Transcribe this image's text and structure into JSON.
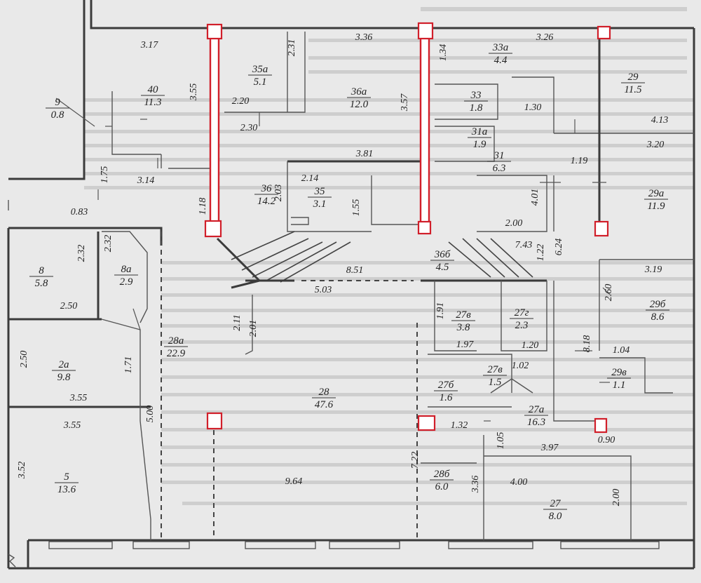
{
  "colors": {
    "background": "#e9e9e9",
    "walls": "#3b3b3b",
    "markers": "#d11f2a",
    "marker_fill": "#ffffff"
  },
  "rooms": [
    {
      "id": "40",
      "area": "11.3"
    },
    {
      "id": "9",
      "area": "0.8"
    },
    {
      "id": "35а",
      "area": "5.1"
    },
    {
      "id": "36а",
      "area": "12.0"
    },
    {
      "id": "33а",
      "area": "4.4"
    },
    {
      "id": "29",
      "area": "11.5"
    },
    {
      "id": "33",
      "area": "1.8"
    },
    {
      "id": "31а",
      "area": "1.9"
    },
    {
      "id": "31",
      "area": "6.3"
    },
    {
      "id": "36",
      "area": "14.2"
    },
    {
      "id": "35",
      "area": "3.1"
    },
    {
      "id": "29а",
      "area": "11.9"
    },
    {
      "id": "8",
      "area": "5.8"
    },
    {
      "id": "8а",
      "area": "2.9"
    },
    {
      "id": "36б",
      "area": "4.5"
    },
    {
      "id": "29б",
      "area": "8.6"
    },
    {
      "id": "27в",
      "area": "3.8"
    },
    {
      "id": "27г",
      "area": "2.3"
    },
    {
      "id": "28а",
      "area": "22.9"
    },
    {
      "id": "2а",
      "area": "9.8"
    },
    {
      "id": "27в",
      "area": "1.5"
    },
    {
      "id": "29в",
      "area": "1.1"
    },
    {
      "id": "28",
      "area": "47.6"
    },
    {
      "id": "27б",
      "area": "1.6"
    },
    {
      "id": "27а",
      "area": "16.3"
    },
    {
      "id": "5",
      "area": "13.6"
    },
    {
      "id": "28б",
      "area": "6.0"
    },
    {
      "id": "27",
      "area": "8.0"
    }
  ],
  "dimensions": [
    "3.17",
    "2.31",
    "3.36",
    "1.34",
    "3.26",
    "3.55",
    "2.20",
    "2.30",
    "3.57",
    "1.30",
    "4.13",
    "3.20",
    "3.81",
    "1.75",
    "3.14",
    "2.14",
    "1.19",
    "1.18",
    "2.03",
    "1.55",
    "4.01",
    "0.83",
    "2.00",
    "2.32",
    "2.32",
    "7.43",
    "1.22",
    "6.24",
    "8.51",
    "5.03",
    "3.19",
    "2.60",
    "2.50",
    "1.91",
    "2.11",
    "2.01",
    "1.97",
    "1.20",
    "8.18",
    "1.04",
    "2.50",
    "1.71",
    "1.02",
    "3.55",
    "5.00",
    "3.55",
    "1.32",
    "1.05",
    "0.90",
    "3.97",
    "3.52",
    "7.22",
    "3.36",
    "4.00",
    "9.64",
    "2.00"
  ]
}
